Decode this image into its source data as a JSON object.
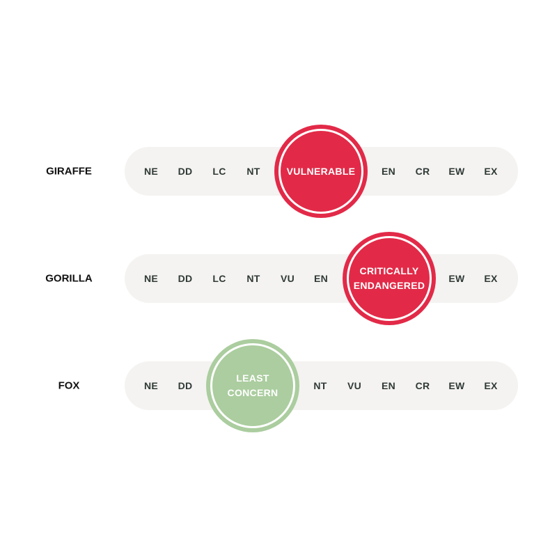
{
  "rows": [
    {
      "animal": "GIRAFFE",
      "codes": [
        "NE",
        "DD",
        "LC",
        "NT",
        "EN",
        "CR",
        "EW",
        "EX"
      ],
      "status_label": "VULNERABLE",
      "status_color": "#e22a48",
      "status_code": "VU"
    },
    {
      "animal": "GORILLA",
      "codes": [
        "NE",
        "DD",
        "LC",
        "NT",
        "VU",
        "EN",
        "EW",
        "EX"
      ],
      "status_label": "CRITICALLY ENDANGERED",
      "status_color": "#e22a48",
      "status_code": "CR"
    },
    {
      "animal": "FOX",
      "codes": [
        "NE",
        "DD",
        "NT",
        "VU",
        "EN",
        "CR",
        "EW",
        "EX"
      ],
      "status_label": "LEAST CONCERN",
      "status_color": "#abcd9f",
      "status_code": "LC"
    }
  ]
}
